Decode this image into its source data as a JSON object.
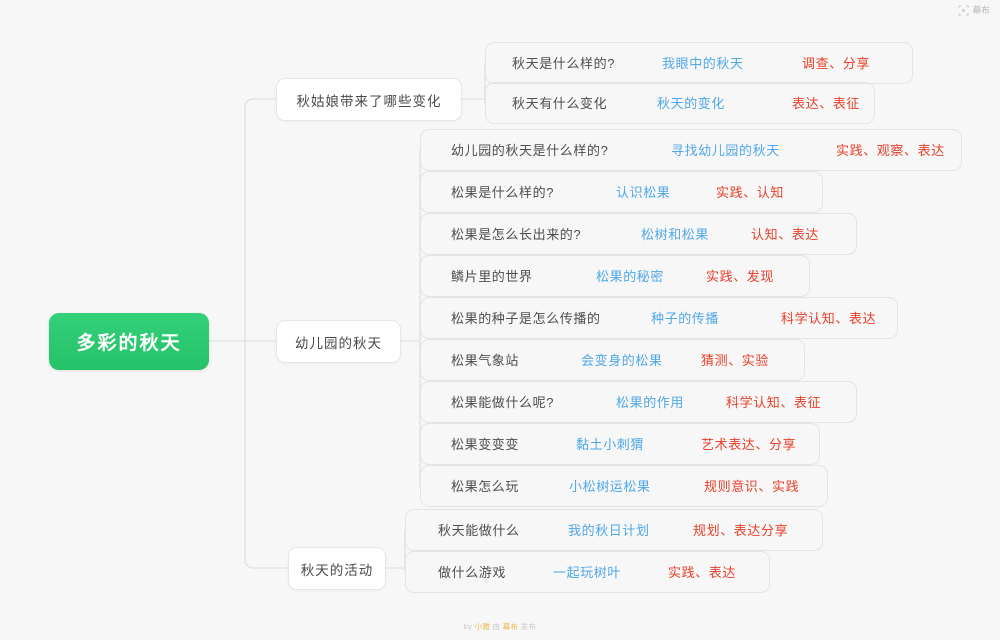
{
  "watermark": {
    "icon": "fullscreen-icon",
    "label": "幕布"
  },
  "footer": {
    "prefix": "by ",
    "author": "小雅",
    "middle": " 由 ",
    "brand": "幕布",
    "suffix": " 发布"
  },
  "colors": {
    "root_green": "#2ecc71",
    "theme_blue": "#4fa8e8",
    "goal_red": "#e8402a",
    "node_text": "#4a4a4a",
    "background": "#f7f7f7"
  },
  "mindmap": {
    "root": {
      "label": "多彩的秋天"
    },
    "branches": [
      {
        "label": "秋姑娘带来了哪些变化",
        "children": [
          {
            "title": "秋天是什么样的?",
            "theme": "我眼中的秋天",
            "goal": "调查、分享"
          },
          {
            "title": "秋天有什么变化",
            "theme": "秋天的变化",
            "goal": "表达、表征"
          }
        ]
      },
      {
        "label": "幼儿园的秋天",
        "children": [
          {
            "title": "幼儿园的秋天是什么样的?",
            "theme": "寻找幼儿园的秋天",
            "goal": "实践、观察、表达"
          },
          {
            "title": "松果是什么样的?",
            "theme": "认识松果",
            "goal": "实践、认知"
          },
          {
            "title": "松果是怎么长出来的?",
            "theme": "松树和松果",
            "goal": "认知、表达"
          },
          {
            "title": "鳞片里的世界",
            "theme": "松果的秘密",
            "goal": "实践、发现"
          },
          {
            "title": "松果的种子是怎么传播的",
            "theme": "种子的传播",
            "goal": "科学认知、表达"
          },
          {
            "title": "松果气象站",
            "theme": "会变身的松果",
            "goal": "猜测、实验"
          },
          {
            "title": "松果能做什么呢?",
            "theme": "松果的作用",
            "goal": "科学认知、表征"
          },
          {
            "title": "松果变变变",
            "theme": "黏土小刺猬",
            "goal": "艺术表达、分享"
          },
          {
            "title": "松果怎么玩",
            "theme": "小松树运松果",
            "goal": "规则意识、实践"
          }
        ]
      },
      {
        "label": "秋天的活动",
        "children": [
          {
            "title": "秋天能做什么",
            "theme": "我的秋日计划",
            "goal": "规划、表达分享"
          },
          {
            "title": "做什么游戏",
            "theme": "一起玩树叶",
            "goal": "实践、表达"
          }
        ]
      }
    ]
  }
}
